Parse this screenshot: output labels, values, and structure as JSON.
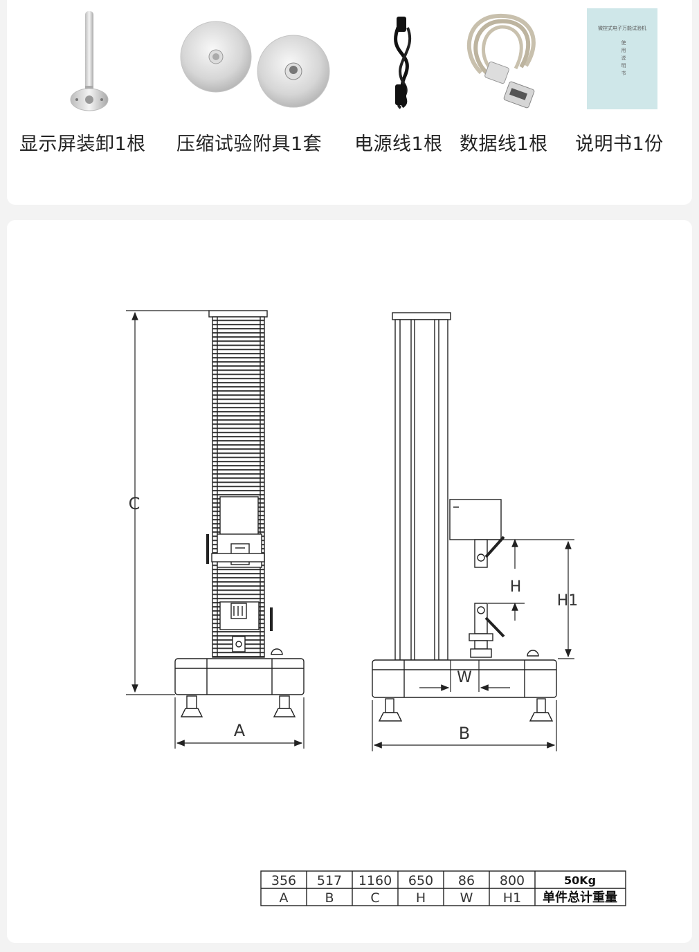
{
  "accessories": [
    {
      "label": "显示屏装卸1根",
      "icon": "display-mount-rod-icon"
    },
    {
      "label": "压缩试验附具1套",
      "icon": "compression-plates-icon"
    },
    {
      "label": "电源线1根",
      "icon": "power-cord-icon"
    },
    {
      "label": "数据线1根",
      "icon": "data-cable-icon"
    },
    {
      "label": "说明书1份",
      "icon": "manual-icon"
    }
  ],
  "manual_cover": {
    "title": "微控式电子万能试验机",
    "lines": [
      "使",
      "用",
      "说",
      "明",
      "书"
    ]
  },
  "diagram": {
    "front_labels": {
      "c": "C",
      "a": "A"
    },
    "side_labels": {
      "b": "B",
      "w": "W",
      "h": "H",
      "h1": "H1"
    }
  },
  "spec_table": {
    "values": [
      "356",
      "517",
      "1160",
      "650",
      "86",
      "800"
    ],
    "keys": [
      "A",
      "B",
      "C",
      "H",
      "W",
      "H1"
    ],
    "weight_value": "50Kg",
    "weight_label": "单件总计重量"
  }
}
